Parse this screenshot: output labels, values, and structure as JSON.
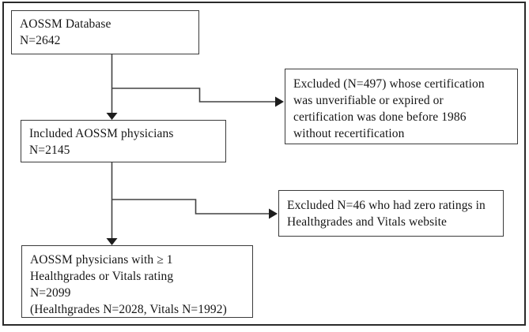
{
  "figure": {
    "type": "flow-diagram",
    "description": "Physician selection flowchart",
    "colors": {
      "background": "#ffffff",
      "frame_border": "#2a2a2a",
      "box_border": "#3b3b3b",
      "line": "#424242",
      "text": "#161616"
    },
    "boxes": [
      {
        "id": "database",
        "lines": [
          "AOSSM Database",
          "N=2642"
        ]
      },
      {
        "id": "included",
        "lines": [
          "Included AOSSM physicians",
          "N=2145"
        ]
      },
      {
        "id": "excluded-certification",
        "lines": [
          "Excluded (N=497) whose certification",
          "was unverifiable or expired or",
          "certification was done before 1986",
          "without recertification"
        ]
      },
      {
        "id": "excluded-zero-ratings",
        "lines": [
          "Excluded N=46 who had zero ratings in",
          "Healthgrades and Vitals website"
        ]
      },
      {
        "id": "final-cohort",
        "lines": [
          "AOSSM physicians with ≥ 1",
          "Healthgrades or Vitals rating",
          "N=2099",
          "(Healthgrades N=2028, Vitals N=1992)"
        ]
      }
    ]
  }
}
